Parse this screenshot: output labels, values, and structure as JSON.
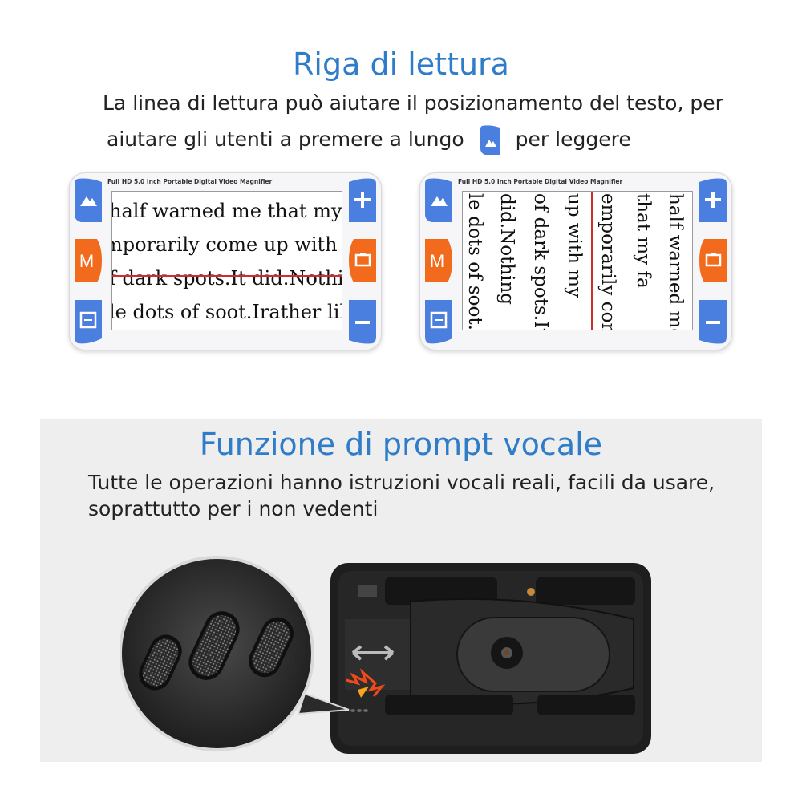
{
  "section1": {
    "title": "Riga di lettura",
    "desc_line1": "La linea di lettura può aiutare il posizionamento del testo, per",
    "desc_line2_before": "aiutare gli utenti a premere a lungo",
    "desc_line2_after": "per leggere",
    "inline_icon": "mountain-button-icon",
    "device_label": "Full HD 5.0 Inch Portable Digital Video Magnifier",
    "horizontal_text": [
      "half warned me that my fa",
      "mporarily come up with m",
      "f dark spots.It did.Nothin",
      "le dots of soot.Irather like"
    ],
    "vertical_text": [
      "half warned me",
      "that my fa",
      "emporarily com",
      "up with my",
      "of dark spots.It",
      "did.Nothing",
      "le dots of soot."
    ],
    "button_m_label": "M",
    "colors": {
      "blue_button": "#4a7fe0",
      "orange_button": "#f26b1d",
      "reading_line": "#cc2d2d",
      "title": "#2f7dc9"
    }
  },
  "section2": {
    "title": "Funzione di prompt vocale",
    "desc_line1": "Tutte le operazioni hanno istruzioni vocali reali, facili da usare,",
    "desc_line2": "soprattutto per i non vedenti",
    "photo_subject": "speaker-grille-photo"
  }
}
